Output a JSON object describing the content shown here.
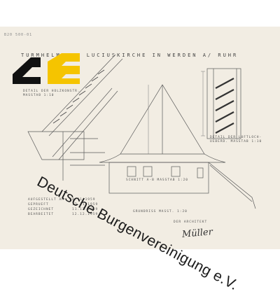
{
  "sheet": {
    "top_reference": "B20 500-01",
    "title": "TURMHELM DER LUCIUSKIRCHE IN WERDEN A/ RUHR",
    "detail_left": "DETAIL DER HOLZKONSTR.\nMASSTAB 1:10",
    "detail_right": "DETAIL DER LUFTLOCH-\nUEBERD. MASSTAB 1:10",
    "section_label": "SCHNITT A-B   MASSTAB 1:20",
    "ground_label": "GRUNDRISS   MASST. 1:20",
    "architect_label": "DER ARCHITEKT",
    "ledger": "AUFGESTELLT AM  24.11.1959\nGEPRUEFT         17.11.1959\nGEZEICHNET       11.12.1959\nBEARBEITET       12.12.1959",
    "signature": "Müller"
  },
  "watermark": {
    "text": "Deutsche Burgenvereinigung e.V.",
    "logo_colors": {
      "dark": "#111111",
      "yellow": "#f5c400"
    }
  }
}
